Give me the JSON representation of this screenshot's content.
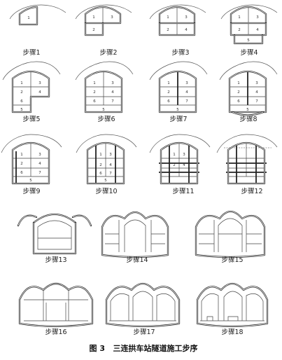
{
  "figure": {
    "caption": "图 3   三连拱车站隧道施工步序"
  },
  "steps": [
    {
      "label": "步骤1",
      "cells": [
        "1"
      ]
    },
    {
      "label": "步骤2",
      "cells": [
        "1",
        "3",
        "2"
      ]
    },
    {
      "label": "步骤3",
      "cells": [
        "1",
        "3",
        "2",
        "4"
      ]
    },
    {
      "label": "步骤4",
      "cells": [
        "1",
        "3",
        "2",
        "4",
        "5"
      ]
    },
    {
      "label": "步骤5",
      "cells": [
        "1",
        "3",
        "2",
        "4",
        "6",
        "5"
      ]
    },
    {
      "label": "步骤6",
      "cells": [
        "1",
        "3",
        "2",
        "4",
        "6",
        "7",
        "5"
      ]
    },
    {
      "label": "步骤7",
      "cells": [
        "1",
        "3",
        "2",
        "4",
        "6",
        "7",
        "5"
      ]
    },
    {
      "label": "步骤8",
      "cells": [
        "1",
        "3",
        "2",
        "4",
        "6",
        "7",
        "5"
      ]
    },
    {
      "label": "步骤9",
      "cells": [
        "1",
        "3",
        "2",
        "4",
        "6",
        "7",
        "5"
      ]
    },
    {
      "label": "步骤10",
      "cells": [
        "1",
        "3",
        "2",
        "4",
        "6",
        "7",
        "5"
      ]
    },
    {
      "label": "步骤11",
      "cells": [
        "1",
        "3",
        "2",
        "4"
      ]
    },
    {
      "label": "步骤12",
      "cells": []
    },
    {
      "label": "步骤13",
      "cells": []
    },
    {
      "label": "步骤14",
      "cells": []
    },
    {
      "label": "步骤15",
      "cells": []
    },
    {
      "label": "步骤16",
      "cells": []
    },
    {
      "label": "步骤17",
      "cells": []
    },
    {
      "label": "步骤18",
      "cells": []
    }
  ]
}
